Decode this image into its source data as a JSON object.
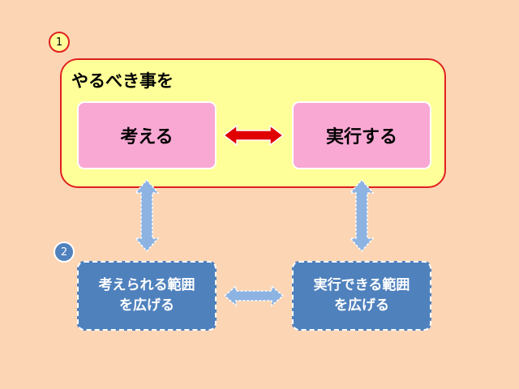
{
  "badges": {
    "one": "1",
    "two": "2"
  },
  "group1": {
    "title": "やるべき事を"
  },
  "nodes": {
    "think": "考える",
    "do": "実行する",
    "think_range": {
      "line1": "考えられる範囲",
      "line2": "を広げる"
    },
    "do_range": {
      "line1": "実行できる範囲",
      "line2": "を広げる"
    }
  },
  "colors": {
    "background": "#fcd5b4",
    "group_fill": "#ffff99",
    "group_border": "#e02020",
    "pink_box": "#f9a8d4",
    "blue_box": "#4f81bd",
    "red_arrow": "#e00000",
    "light_blue_arrow": "#8db3e2"
  }
}
